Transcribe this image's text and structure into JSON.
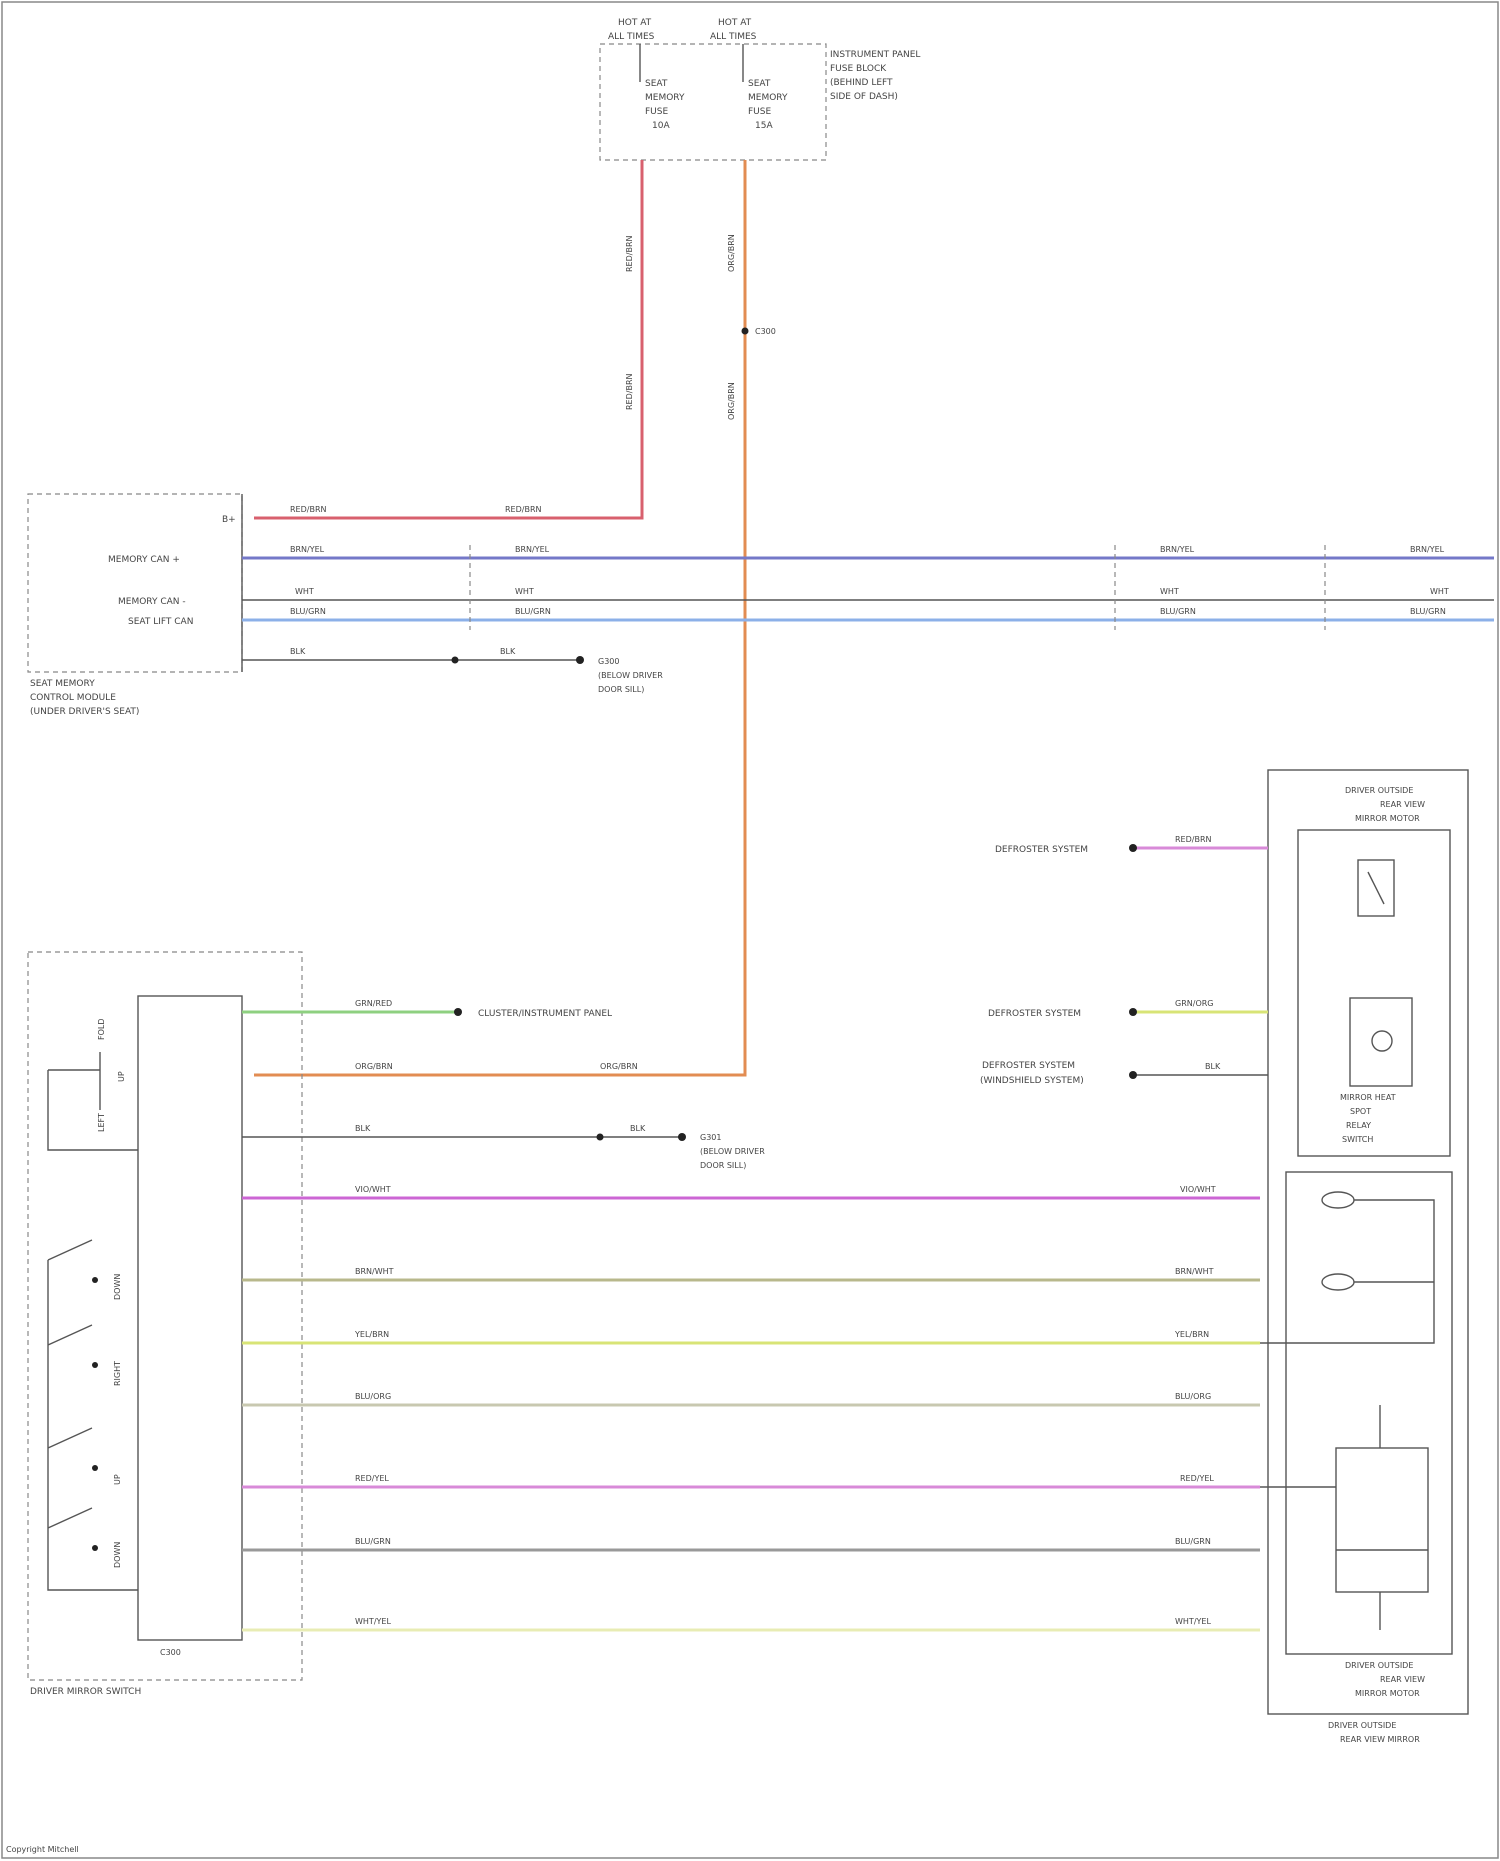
{
  "fuse_box": {
    "hot_1": [
      "HOT AT",
      "ALL TIMES"
    ],
    "hot_2": [
      "HOT AT",
      "ALL TIMES"
    ],
    "label": [
      "INSTRUMENT PANEL",
      "FUSE BLOCK",
      "(BEHIND LEFT",
      "SIDE OF DASH)"
    ],
    "fuse_1": [
      "SEAT",
      "MEMORY",
      "FUSE",
      "10A"
    ],
    "fuse_2": [
      "SEAT",
      "MEMORY",
      "FUSE",
      "15A"
    ]
  },
  "memory_module": {
    "name": [
      "SEAT MEMORY",
      "CONTROL MODULE",
      "(UNDER DRIVER'S SEAT)"
    ],
    "pin_labels": [
      "B+",
      "MEMORY CAN +",
      "MEMORY CAN -",
      "SEAT LIFT CAN"
    ],
    "ground": [
      "G300",
      "(BELOW DRIVER",
      "DOOR SILL)"
    ]
  },
  "switch": {
    "name": "DRIVER MIRROR SWITCH",
    "ground": [
      "G301",
      "(BELOW DRIVER",
      "DOOR SILL)"
    ],
    "controller_label": "C300",
    "dest_1": "CLUSTER/INSTRUMENT PANEL",
    "switch_labels": [
      "FOLD",
      "UP",
      "LEFT",
      "DOWN",
      "RIGHT",
      "UP",
      "DOWN",
      "LEFT"
    ]
  },
  "mirror": {
    "name_top": [
      "DRIVER OUTSIDE",
      "REAR VIEW",
      "MIRROR MOTOR"
    ],
    "heater": [
      "MIRROR HEAT",
      "SPOT",
      "RELAY",
      "SWITCH"
    ],
    "name_bottom": [
      "DRIVER OUTSIDE",
      "REAR VIEW",
      "MIRROR MOTOR"
    ],
    "assembly": [
      "DRIVER OUTSIDE",
      "REAR VIEW MIRROR"
    ],
    "dest_1": "DEFROSTER SYSTEM",
    "dest_2": "DEFROSTER SYSTEM",
    "dest_3": [
      "DEFROSTER SYSTEM",
      "(WINDSHIELD SYSTEM)"
    ]
  },
  "wires": {
    "w1": "GRN/RED",
    "w2": "BRN/YEL",
    "w3": "BLK",
    "w4": "VIO/WHT",
    "w5": "BRN/WHT",
    "w6": "YEL/BRN",
    "w7": "BLU/ORG",
    "w8": "WHT/YEL",
    "w9": "BLU/GRN",
    "w10": "ORG/BRN",
    "w11": "RED/YEL",
    "w12": "WHT",
    "w13": "BLK",
    "w14": "RED/BRN",
    "w15": "GRN/ORG"
  },
  "colors": {
    "red": "#d8606e",
    "orange": "#e28c52",
    "blue": "#7478c8",
    "lightblue": "#8cb0e8",
    "green": "#8ed080",
    "pink": "#d88ad8",
    "violet": "#cc66d4",
    "khaki": "#b8b88c",
    "yellow": "#d8e476",
    "grey": "#999999",
    "darkgrey": "#666666",
    "lightyellow": "#e8ecb4",
    "olive": "#a8a878"
  },
  "footer": "Copyright Mitchell"
}
